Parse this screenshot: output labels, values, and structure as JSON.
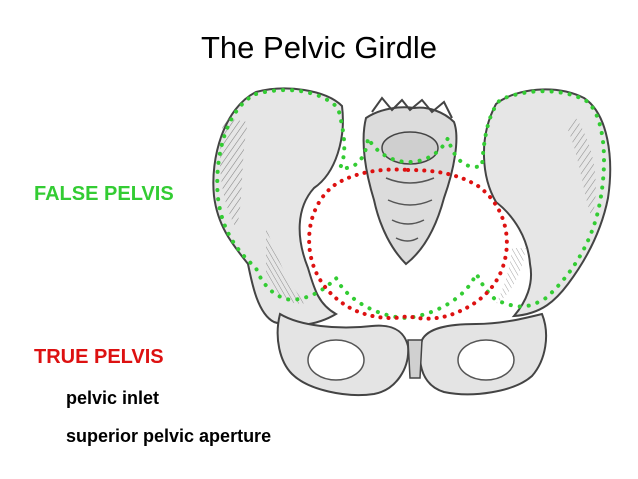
{
  "slide": {
    "title": "The Pelvic Girdle"
  },
  "labels": {
    "false_pelvis": "FALSE PELVIS",
    "true_pelvis": "TRUE PELVIS",
    "inlet_1": "pelvic inlet",
    "inlet_2": "superior pelvic aperture"
  },
  "colors": {
    "false_pelvis": "#33cc33",
    "true_pelvis": "#dd1111",
    "bone_shade": "#d8d8d8",
    "bone_line": "#555555"
  }
}
